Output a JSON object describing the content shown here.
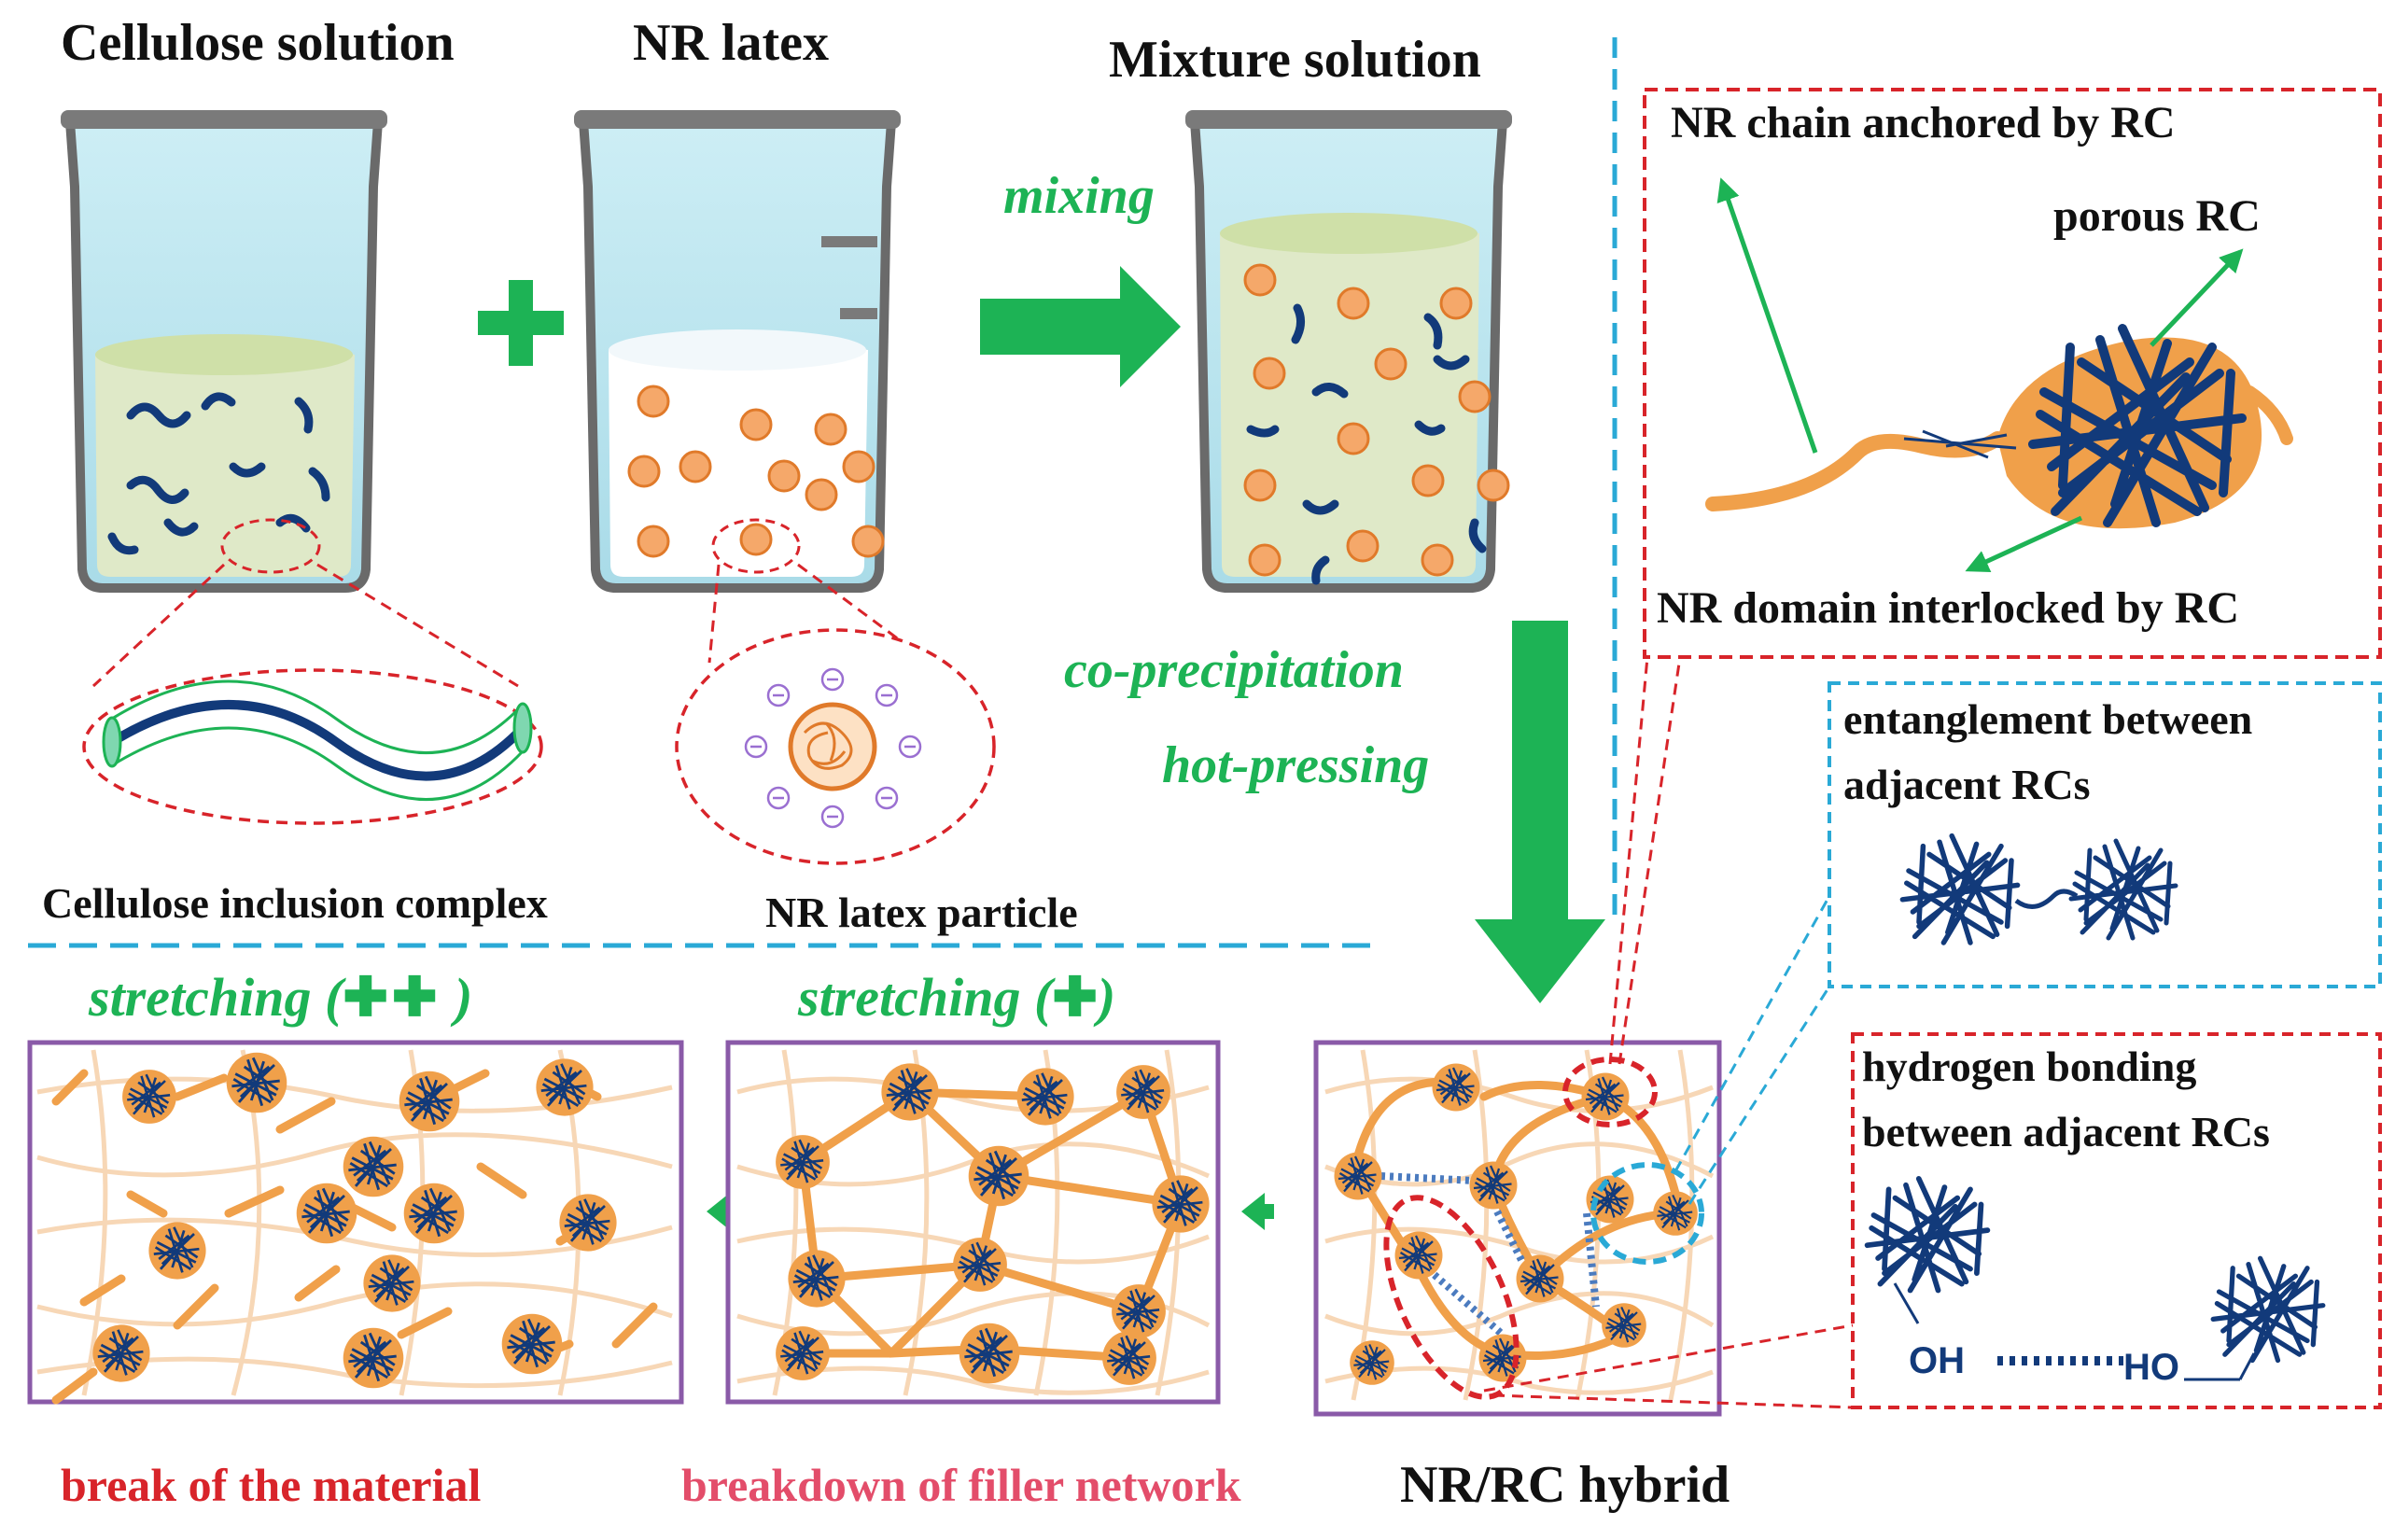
{
  "titles": {
    "cellulose_solution": "Cellulose solution",
    "nr_latex": "NR latex",
    "mixture_solution": "Mixture solution"
  },
  "steps": {
    "mixing": "mixing",
    "co_precipitation": "co-precipitation",
    "hot_pressing": "hot-pressing"
  },
  "captions": {
    "cellulose_inclusion_complex": "Cellulose inclusion complex",
    "nr_latex_particle": "NR latex particle"
  },
  "stretching": {
    "double_prefix": "stretching (",
    "double_suffix": " )",
    "single_prefix": "stretching (",
    "single_suffix": ")"
  },
  "outcomes": {
    "break": "break of the material",
    "breakdown": "breakdown of filler network",
    "hybrid": "NR/RC hybrid"
  },
  "callouts": {
    "anchored": "NR chain anchored by RC",
    "porous": "porous RC",
    "interlocked": "NR domain interlocked by RC",
    "entanglement_line1": "entanglement between",
    "entanglement_line2": "adjacent RCs",
    "hbond_line1": "hydrogen bonding",
    "hbond_line2": "between adjacent RCs",
    "oh": "OH",
    "ho": "HO"
  },
  "colors": {
    "green": "#1db355",
    "red_dashed": "#d8242a",
    "blue_dashed": "#2aa9d6",
    "purple_frame": "#8a5aa8",
    "nr_orange": "#f0a04a",
    "cellulose_navy": "#123a7a",
    "solution_green": "#dfe9c8"
  }
}
